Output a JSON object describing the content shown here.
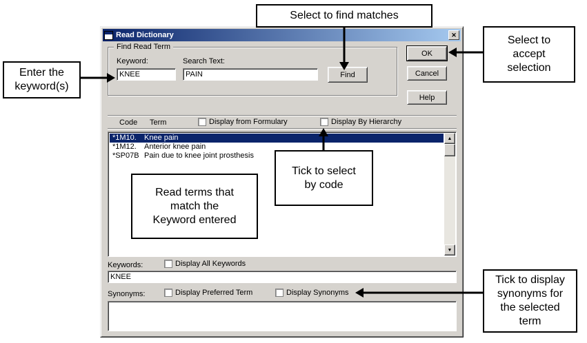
{
  "icons": {
    "close": "✕",
    "scroll_up": "▲",
    "scroll_down": "▼"
  },
  "colors": {
    "title_gradient_start": "#0a246a",
    "title_gradient_end": "#a6caf0",
    "selection_highlight": "#0a246a",
    "dialog_background": "#d6d3ce"
  },
  "dialog": {
    "title": "Read Dictionary",
    "group_find": {
      "label": "Find Read Term",
      "keyword_label": "Keyword:",
      "keyword_value": "KNEE",
      "search_label": "Search Text:",
      "search_value": "PAIN",
      "find_button": "Find"
    },
    "buttons": {
      "ok": "OK",
      "cancel": "Cancel",
      "help": "Help"
    },
    "list": {
      "col_code": "Code",
      "col_term": "Term",
      "chk_formulary": "Display from Formulary",
      "chk_hierarchy": "Display By Hierarchy",
      "rows": [
        {
          "code": "*1M10.",
          "term": "Knee pain",
          "selected": true
        },
        {
          "code": "*1M12.",
          "term": "Anterior knee pain",
          "selected": false
        },
        {
          "code": "*SP07B",
          "term": "Pain due to knee joint prosthesis",
          "selected": false
        }
      ]
    },
    "keywords": {
      "label": "Keywords:",
      "chk_all": "Display All Keywords",
      "value": "KNEE"
    },
    "synonyms": {
      "label": "Synonyms:",
      "chk_preferred": "Display Preferred Term",
      "chk_synonyms": "Display Synonyms",
      "value": ""
    }
  },
  "annotations": {
    "find_matches": "Select to find matches",
    "accept_selection": "Select to\naccept\nselection",
    "enter_keyword": "Enter the\nkeyword(s)",
    "read_terms": "Read terms that\nmatch the\nKeyword entered",
    "tick_code": "Tick to select\nby code",
    "tick_synonyms": "Tick to display\nsynonyms for\nthe selected\nterm"
  }
}
